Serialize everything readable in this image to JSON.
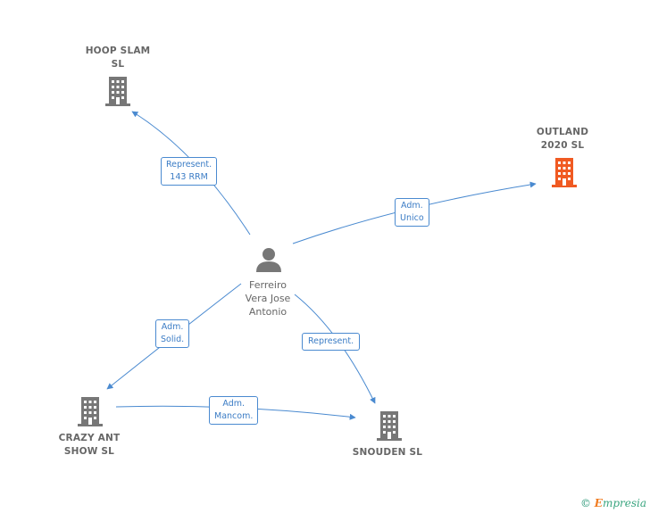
{
  "colors": {
    "edge": "#4a8ad0",
    "company": "#777777",
    "company_highlight": "#f05a22",
    "person": "#777777"
  },
  "nodes": {
    "hoop_slam": {
      "label_line1": "HOOP SLAM",
      "label_line2": "SL",
      "icon": "building-icon"
    },
    "outland": {
      "label_line1": "OUTLAND",
      "label_line2": "2020  SL",
      "icon": "building-icon"
    },
    "person": {
      "label_line1": "Ferreiro",
      "label_line2": "Vera Jose",
      "label_line3": "Antonio",
      "icon": "person-icon"
    },
    "crazy_ant": {
      "label_line1": "CRAZY ANT",
      "label_line2": "SHOW  SL",
      "icon": "building-icon"
    },
    "snouden": {
      "label_line1": "SNOUDEN  SL",
      "icon": "building-icon"
    }
  },
  "edges": {
    "to_hoop_slam": {
      "line1": "Represent.",
      "line2": "143 RRM"
    },
    "to_outland": {
      "line1": "Adm.",
      "line2": "Unico"
    },
    "to_crazy_ant": {
      "line1": "Adm.",
      "line2": "Solid."
    },
    "to_snouden": {
      "line1": "Represent."
    },
    "crazy_to_snouden": {
      "line1": "Adm.",
      "line2": "Mancom."
    }
  },
  "footer": {
    "copyright_symbol": "©",
    "brand_first": "E",
    "brand_rest": "mpresia"
  }
}
